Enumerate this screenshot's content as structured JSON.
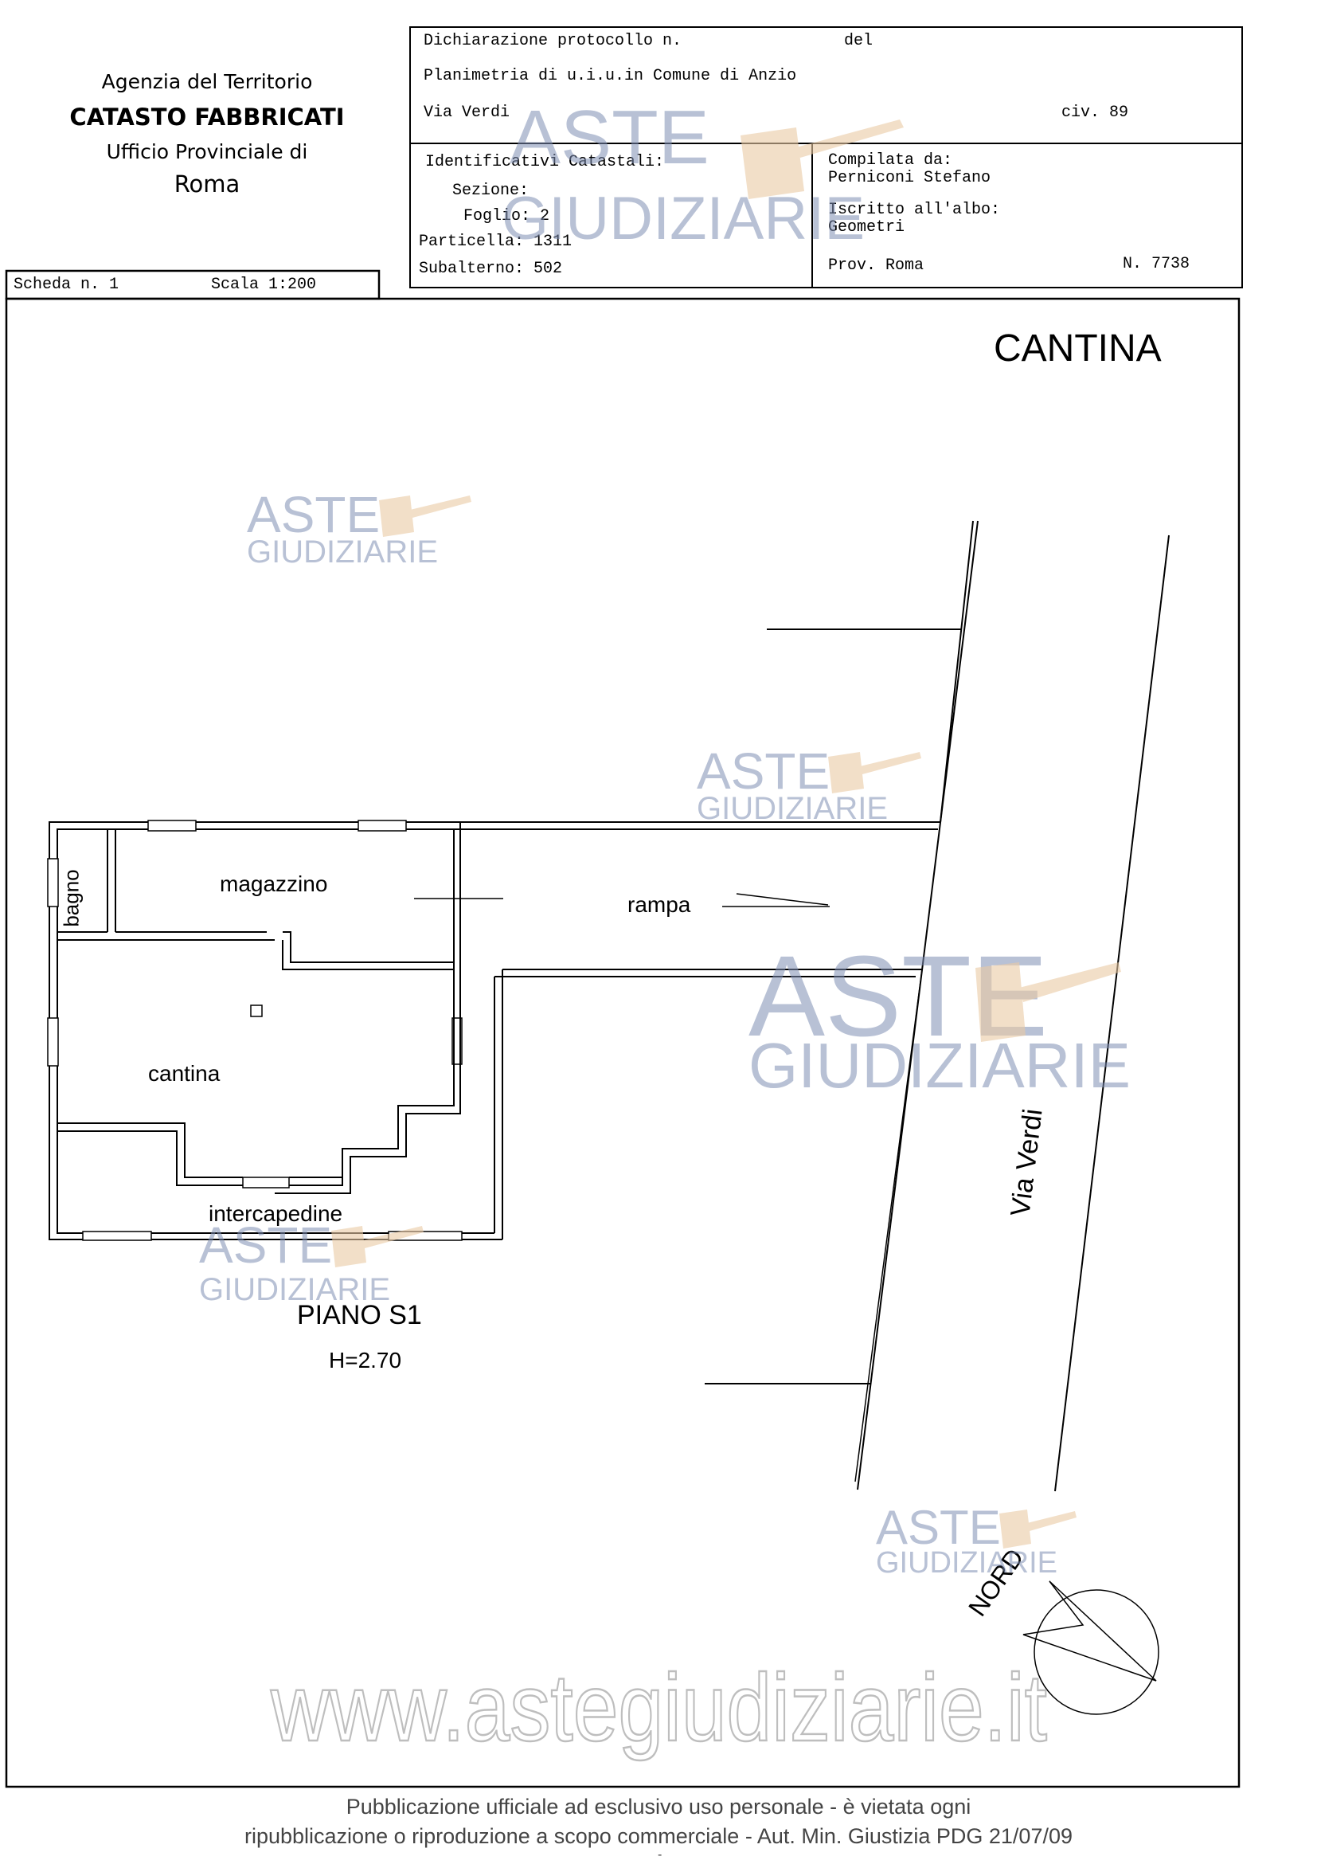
{
  "agency": {
    "line1": "Agenzia del Territorio",
    "line2": "CATASTO FABBRICATI",
    "line3": "Ufficio Provinciale di",
    "line4": "Roma"
  },
  "scheda": {
    "label": "Scheda n. 1",
    "scale": "Scala 1:200"
  },
  "header": {
    "dichiarazione": "Dichiarazione protocollo n.",
    "del": "del",
    "planimetria": "Planimetria di u.i.u.in Comune di Anzio",
    "via": "Via Verdi",
    "civ": "civ. 89"
  },
  "identificativi": {
    "title": "Identificativi Catastali:",
    "sezione": "Sezione:",
    "foglio": "Foglio: 2",
    "particella": "Particella: 1311",
    "subalterno": "Subalterno: 502"
  },
  "compilata": {
    "title": "Compilata da:",
    "name": "Perniconi Stefano",
    "iscritto": "Iscritto all'albo:",
    "albo": "Geometri",
    "prov": "Prov. Roma",
    "numero": "N.  7738"
  },
  "plan": {
    "title": "CANTINA",
    "rooms": {
      "bagno": "bagno",
      "magazzino": "magazzino",
      "rampa": "rampa",
      "cantina": "cantina",
      "intercapedine": "intercapedine"
    },
    "street": "Via  Verdi",
    "floor": "PIANO S1",
    "height": "H=2.70",
    "north": "NORD"
  },
  "watermark": {
    "aste": "ASTE",
    "giudiziarie": "GIUDIZIARIE",
    "website": "www.astegiudiziarie.it"
  },
  "footer": {
    "line1": "Pubblicazione ufficiale ad esclusivo uso personale - è vietata ogni",
    "line2": "ripubblicazione o riproduzione a scopo commerciale - Aut. Min. Giustizia PDG 21/07/09",
    "dash": "-"
  }
}
